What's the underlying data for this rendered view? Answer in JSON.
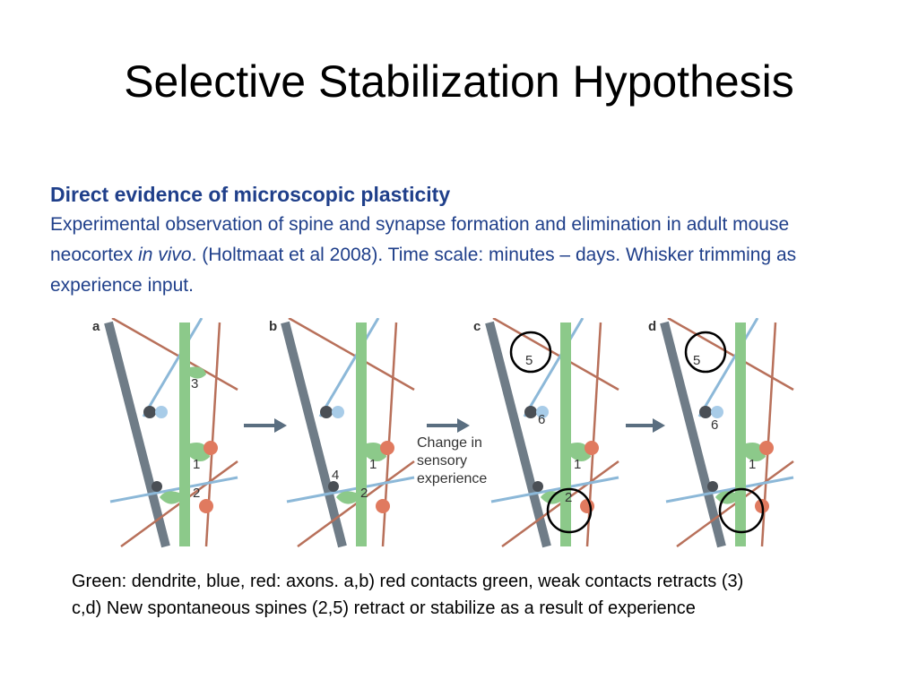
{
  "title": "Selective Stabilization Hypothesis",
  "body": {
    "heading": "Direct evidence of microscopic plasticity",
    "paragraph_before_italic": "Experimental observation of spine and synapse formation and elimination in adult mouse neocortex ",
    "paragraph_italic": "in vivo",
    "paragraph_after_italic": ".  (Holtmaat et al 2008). Time scale: minutes – days. Whisker trimming as experience input."
  },
  "figure": {
    "panels": [
      {
        "letter": "a",
        "labels": [
          "3",
          "1",
          "2"
        ]
      },
      {
        "letter": "b",
        "labels": [
          "1",
          "4",
          "2"
        ]
      },
      {
        "letter": "c",
        "labels": [
          "5",
          "6",
          "1",
          "2"
        ]
      },
      {
        "letter": "d",
        "labels": [
          "5",
          "6",
          "1"
        ]
      }
    ],
    "middle_arrow_label": [
      "Change in",
      "sensory",
      "experience"
    ],
    "colors": {
      "dendrite": "#8cc98a",
      "red_axon": "#b8705a",
      "blue_axon": "#8cb8d8",
      "grey_dendrite": "#6f7c87",
      "arrow": "#5a6e80"
    }
  },
  "caption": {
    "line1": "Green: dendrite, blue, red: axons. a,b) red contacts green, weak contacts retracts (3)",
    "line2": "c,d) New spontaneous spines (2,5) retract or stabilize as a result of experience"
  }
}
